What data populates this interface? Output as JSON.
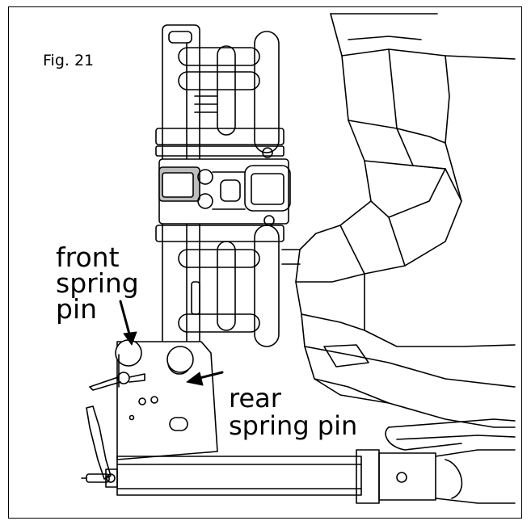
{
  "figure": {
    "label": "Fig. 21"
  },
  "callouts": {
    "front_spring_pin": [
      "front",
      "spring",
      "pin"
    ],
    "rear_spring_pin": [
      "rear",
      "spring pin"
    ]
  },
  "colors": {
    "line": "#000000",
    "background": "#ffffff",
    "shade": "#d9d9d9"
  }
}
